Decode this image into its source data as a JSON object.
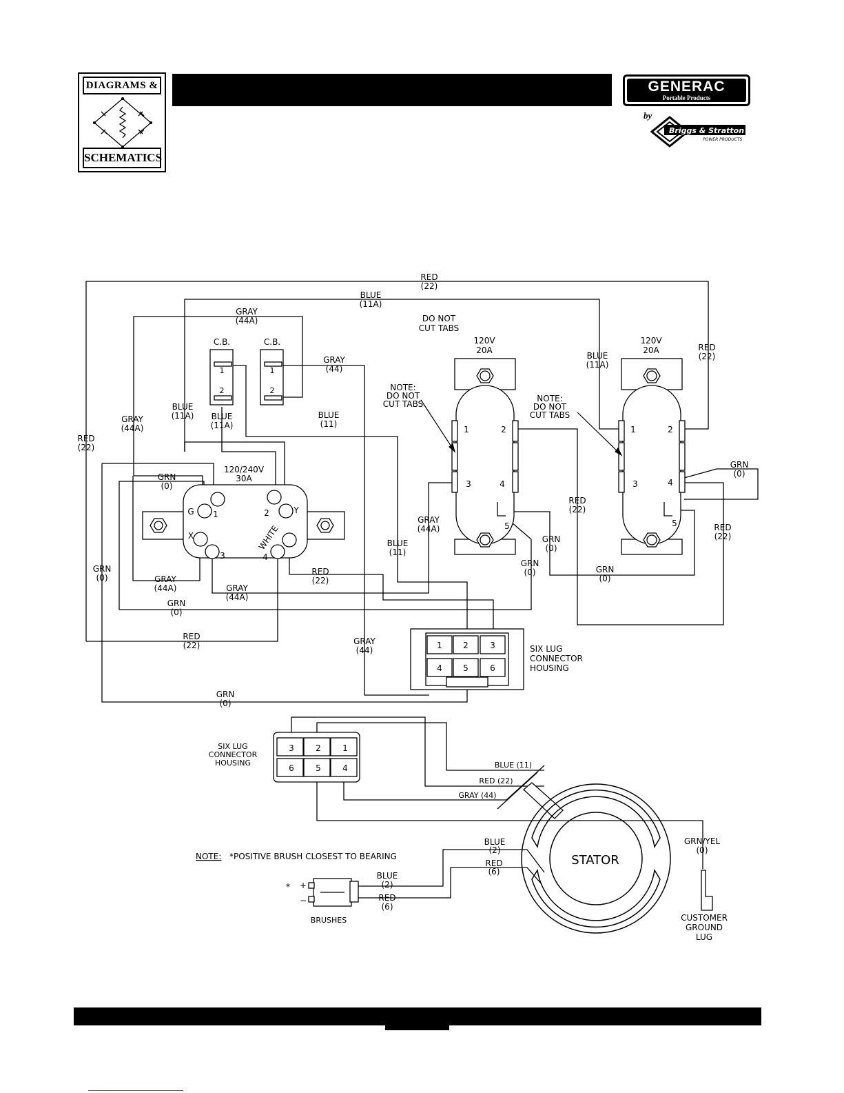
{
  "header": {
    "logo_top": "DIAGRAMS &",
    "logo_bottom": "SCHEMATICS",
    "brand_name": "GENERAC",
    "brand_sub": "Portable Products",
    "by": "by",
    "partner_name": "Briggs & Stratton",
    "partner_sub": "POWER PRODUCTS"
  },
  "diagram": {
    "wires": {
      "red22_top": [
        "RED",
        "(22)"
      ],
      "blue11a_top": [
        "BLUE",
        "(11A)"
      ],
      "gray44a_top": [
        "GRAY",
        "(44A)"
      ],
      "gray44_cb": [
        "GRAY",
        "(44)"
      ],
      "blue11a_cb": [
        "BLUE",
        "(11A)"
      ],
      "blue11_mid": [
        "BLUE",
        "(11)"
      ],
      "blue11a_left": [
        "BLUE",
        "(11A)"
      ],
      "gray44a_left": [
        "GRAY",
        "(44A)"
      ],
      "red22_left": [
        "RED",
        "(22)"
      ],
      "grn0_main": [
        "GRN",
        "(0)"
      ],
      "grn0_leftside": [
        "GRN",
        "(0)"
      ],
      "gray44a_bl": [
        "GRAY",
        "(44A)"
      ],
      "gray44a_b2": [
        "GRAY",
        "(44A)"
      ],
      "red22_white": [
        "RED",
        "(22)"
      ],
      "grn0_long": [
        "GRN",
        "(0)"
      ],
      "red22_bottom": [
        "RED",
        "(22)"
      ],
      "gray44_conn": [
        "GRAY",
        "(44)"
      ],
      "grn0_bottom": [
        "GRN",
        "(0)"
      ],
      "gray44a_r1": [
        "GRAY",
        "(44A)"
      ],
      "blue11_r1": [
        "BLUE",
        "(11)"
      ],
      "grn0_r1a": [
        "GRN",
        "(0)"
      ],
      "grn0_r1b": [
        "GRN",
        "(0)"
      ],
      "grn0_mid": [
        "GRN",
        "(0)"
      ],
      "red22_r2": [
        "RED",
        "(22)"
      ],
      "blue11a_r2": [
        "BLUE",
        "(11A)"
      ],
      "red22_far": [
        "RED",
        "(22)"
      ],
      "grn0_far": [
        "GRN",
        "(0)"
      ],
      "red22_far2": [
        "RED",
        "(22)"
      ],
      "blue11_stator": "BLUE (11)",
      "red22_stator": "RED (22)",
      "gray44_stator": "GRAY (44)",
      "grnyel": [
        "GRN/YEL",
        "(0)"
      ],
      "blue2_stator": [
        "BLUE",
        "(2)"
      ],
      "red6_stator": [
        "RED",
        "(6)"
      ],
      "blue2_brush": [
        "BLUE",
        "(2)"
      ],
      "red6_brush": [
        "RED",
        "(6)"
      ]
    },
    "cb1_label": "C.B.",
    "cb2_label": "C.B.",
    "cb1_terms": [
      "1",
      "2"
    ],
    "cb2_terms": [
      "1",
      "2"
    ],
    "do_not_cut": [
      "DO NOT",
      "CUT TABS"
    ],
    "note1": [
      "NOTE:",
      "DO NOT",
      "CUT TABS"
    ],
    "note2": [
      "NOTE:",
      "DO NOT",
      "CUT TABS"
    ],
    "rec1_rating": [
      "120V",
      "20A"
    ],
    "rec2_rating": [
      "120V",
      "20A"
    ],
    "rec_terms": [
      "1",
      "2",
      "3",
      "4",
      "5"
    ],
    "rec240_rating": [
      "120/240V",
      "30A"
    ],
    "rec240_terms": [
      "G",
      "1",
      "2",
      "Y",
      "X",
      "3",
      "4"
    ],
    "rec240_white": "WHITE",
    "conn1_pins": [
      "1",
      "2",
      "3",
      "4",
      "5",
      "6"
    ],
    "conn1_label": [
      "SIX LUG",
      "CONNECTOR",
      "HOUSING"
    ],
    "conn2_pins": [
      "3",
      "2",
      "1",
      "6",
      "5",
      "4"
    ],
    "conn2_label": [
      "SIX LUG",
      "CONNECTOR",
      "HOUSING"
    ],
    "stator_label": "STATOR",
    "note_brush_lead": "NOTE:",
    "note_brush": "*POSITIVE BRUSH CLOSEST TO BEARING",
    "brush_star": "*",
    "brush_plus": "+",
    "brush_minus": "−",
    "brushes_label": "BRUSHES",
    "ground_lug": [
      "CUSTOMER",
      "GROUND",
      "LUG"
    ]
  }
}
